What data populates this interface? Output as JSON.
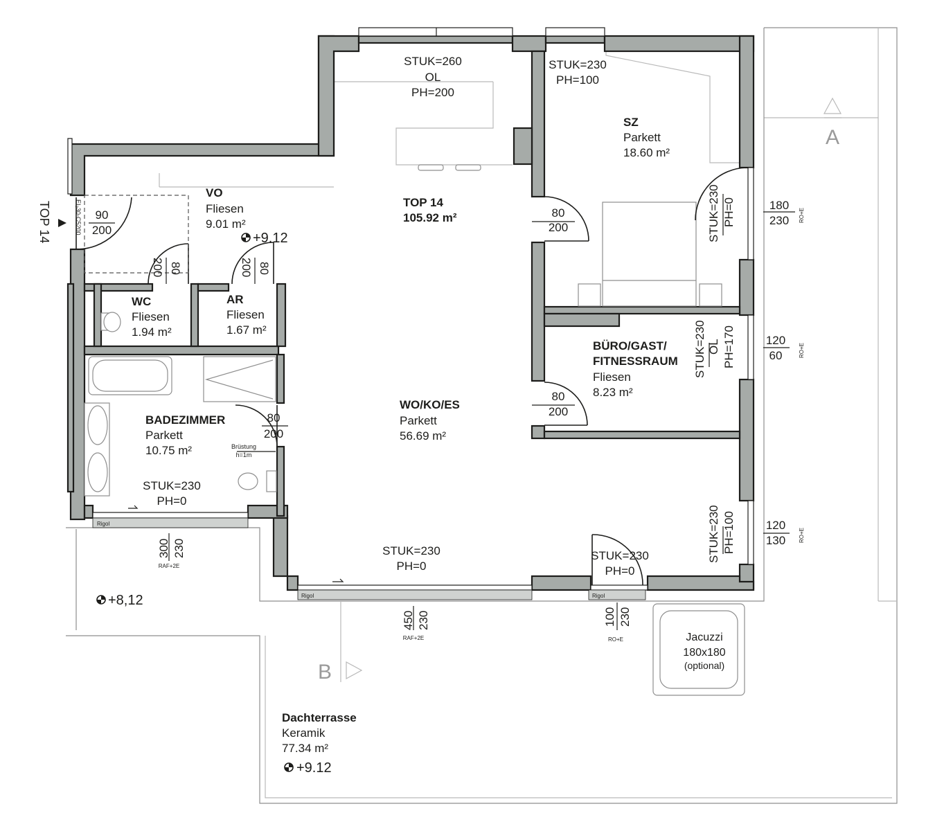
{
  "rooms": {
    "top14": {
      "name": "TOP 14",
      "area": "105.92 m²"
    },
    "vo": {
      "name": "VO",
      "floor": "Fliesen",
      "area": "9.01 m²"
    },
    "wc": {
      "name": "WC",
      "floor": "Fliesen",
      "area": "1.94 m²"
    },
    "ar": {
      "name": "AR",
      "floor": "Fliesen",
      "area": "1.67 m²"
    },
    "bad": {
      "name": "BADEZIMMER",
      "floor": "Parkett",
      "area": "10.75 m²"
    },
    "wo": {
      "name": "WO/KO/ES",
      "floor": "Parkett",
      "area": "56.69 m²"
    },
    "sz": {
      "name": "SZ",
      "floor": "Parkett",
      "area": "18.60 m²"
    },
    "buero": {
      "name1": "BÜRO/GAST/",
      "name2": "FITNESSRAUM",
      "floor": "Fliesen",
      "area": "8.23 m²"
    },
    "terrasse": {
      "name": "Dachterrasse",
      "floor": "Keramik",
      "area": "77.34 m²"
    }
  },
  "levels": {
    "vo": "+9.12",
    "outside": "+8,12",
    "terrasse": "+9.12"
  },
  "annotations": {
    "kitchen": [
      "STUK=260",
      "OL",
      "PH=200"
    ],
    "sz_top": [
      "STUK=230",
      "PH=100"
    ],
    "bad_window": [
      "STUK=230",
      "PH=0"
    ],
    "wo_window": [
      "STUK=230",
      "PH=0"
    ],
    "door_right": [
      "STUK=230",
      "PH=0"
    ],
    "sz_side": [
      "STUK=230",
      "PH=0"
    ],
    "buero_side": [
      "STUK=230",
      "OL",
      "PH=170"
    ],
    "wo_side": [
      "STUK=230",
      "PH=100"
    ],
    "bruestung": [
      "Brüstung",
      "h=1m"
    ]
  },
  "doors": {
    "entry": [
      "90",
      "200"
    ],
    "wc": [
      "80",
      "200"
    ],
    "ar": [
      "80",
      "200"
    ],
    "bad": [
      "80",
      "200"
    ],
    "sz": [
      "80",
      "200"
    ],
    "buero": [
      "80",
      "200"
    ]
  },
  "windows": {
    "sz": [
      "180",
      "230",
      "RO+E"
    ],
    "buero": [
      "120",
      "60",
      "RO+E"
    ],
    "wo_side": [
      "120",
      "130",
      "RO+E"
    ],
    "bad": [
      "300",
      "230",
      "RAF+2E"
    ],
    "wo_main": [
      "450",
      "230",
      "RAF+2E"
    ],
    "terrace_door": [
      "100",
      "230",
      "RO+E"
    ]
  },
  "entry_code": "EI₂30-C5200",
  "rigol": "Rigol",
  "section_a": "A",
  "section_b": "B",
  "top_label": "TOP 14",
  "jacuzzi": [
    "Jacuzzi",
    "180x180",
    "(optional)"
  ]
}
